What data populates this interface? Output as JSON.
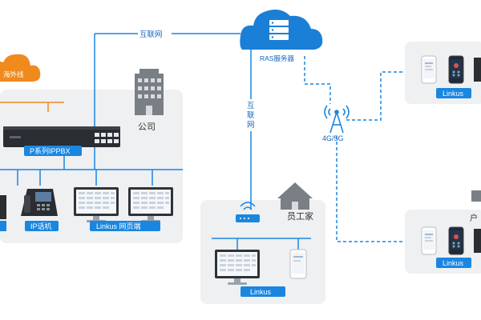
{
  "labels": {
    "internet_top": "互联网",
    "internet_vertical": "互联网",
    "ras_server": "RAS服务器",
    "mobile_network": "4G/5G",
    "external_line": "海外线",
    "company": "公司",
    "pbx": "P系列IPPBX",
    "ip_phone": "IP话机",
    "linkus_web": "Linkus 网页端",
    "employee_home": "员工家",
    "linkus_home": "Linkus",
    "linkus_remote_top": "Linkus",
    "linkus_remote_bottom": "Linkus",
    "remote_partial": "户"
  },
  "icons": [
    "cloud-icon",
    "server-icon",
    "cell-tower-icon",
    "building-icon",
    "house-icon",
    "router-icon",
    "pbx-icon",
    "ip-phone-icon",
    "monitor-icon",
    "smartphone-icon"
  ],
  "colors": {
    "accent": "#1a86e0",
    "cloud_blue": "#1a7fd6",
    "cloud_orange": "#f08a1c",
    "panel": "#eef0f2",
    "line": "#1a86e0"
  }
}
